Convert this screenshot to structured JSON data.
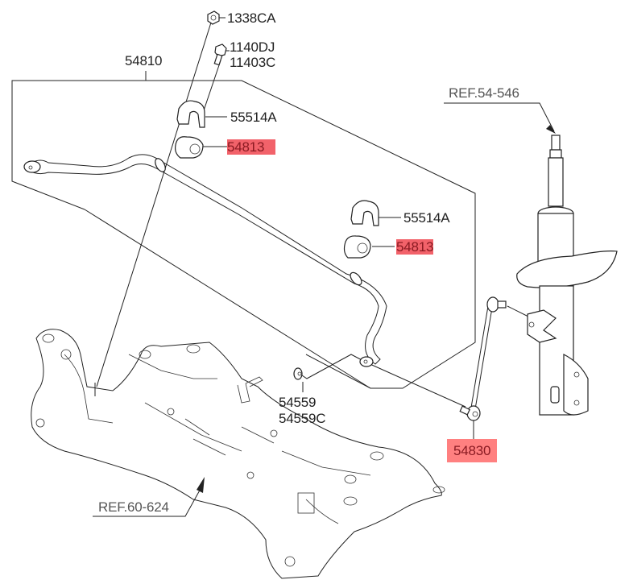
{
  "diagram": {
    "title": "Front stabilizer bar, crossmember and strut assembly parts diagram",
    "labels": {
      "nut_top": "1338CA",
      "bolt_1": "1140DJ",
      "bolt_2": "11403C",
      "stabilizer_bar": "54810",
      "bracket_left": "55514A",
      "bushing_left": "54813",
      "bracket_right": "55514A",
      "bushing_right": "54813",
      "nut_link_1": "54559",
      "nut_link_2": "54559C",
      "stabilizer_link": "54830",
      "ref_strut": "REF.54-546",
      "ref_crossmember": "REF.60-624"
    },
    "highlighted_parts": [
      "54813",
      "54813",
      "54830"
    ],
    "highlight_color": "#ff8080"
  }
}
